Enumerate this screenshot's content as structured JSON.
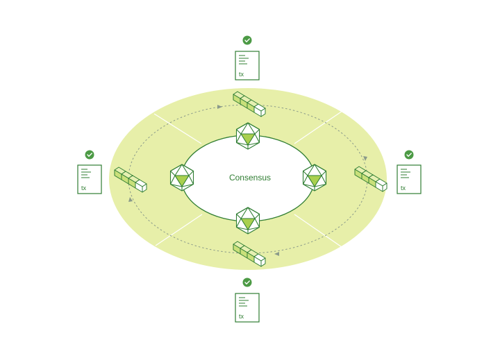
{
  "center_label": "Consensus",
  "transactions": [
    {
      "position": "top",
      "label": "tx",
      "status": "confirmed"
    },
    {
      "position": "left",
      "label": "tx",
      "status": "confirmed"
    },
    {
      "position": "right",
      "label": "tx",
      "status": "confirmed"
    },
    {
      "position": "bottom",
      "label": "tx",
      "status": "confirmed"
    }
  ],
  "nodes": [
    "top",
    "left",
    "right",
    "bottom"
  ],
  "block_chains": [
    "top",
    "left",
    "right",
    "bottom"
  ],
  "colors": {
    "ring_fill": "#e7efa9",
    "line": "#2f7d32",
    "node_accent": "#a9d04f",
    "check_badge": "#4c9a45",
    "dashed_path": "#8a9a8a"
  },
  "icons": [
    "check-icon",
    "document-icon",
    "icosahedron-node-icon",
    "block-chain-icon",
    "flow-arrow-icon"
  ]
}
